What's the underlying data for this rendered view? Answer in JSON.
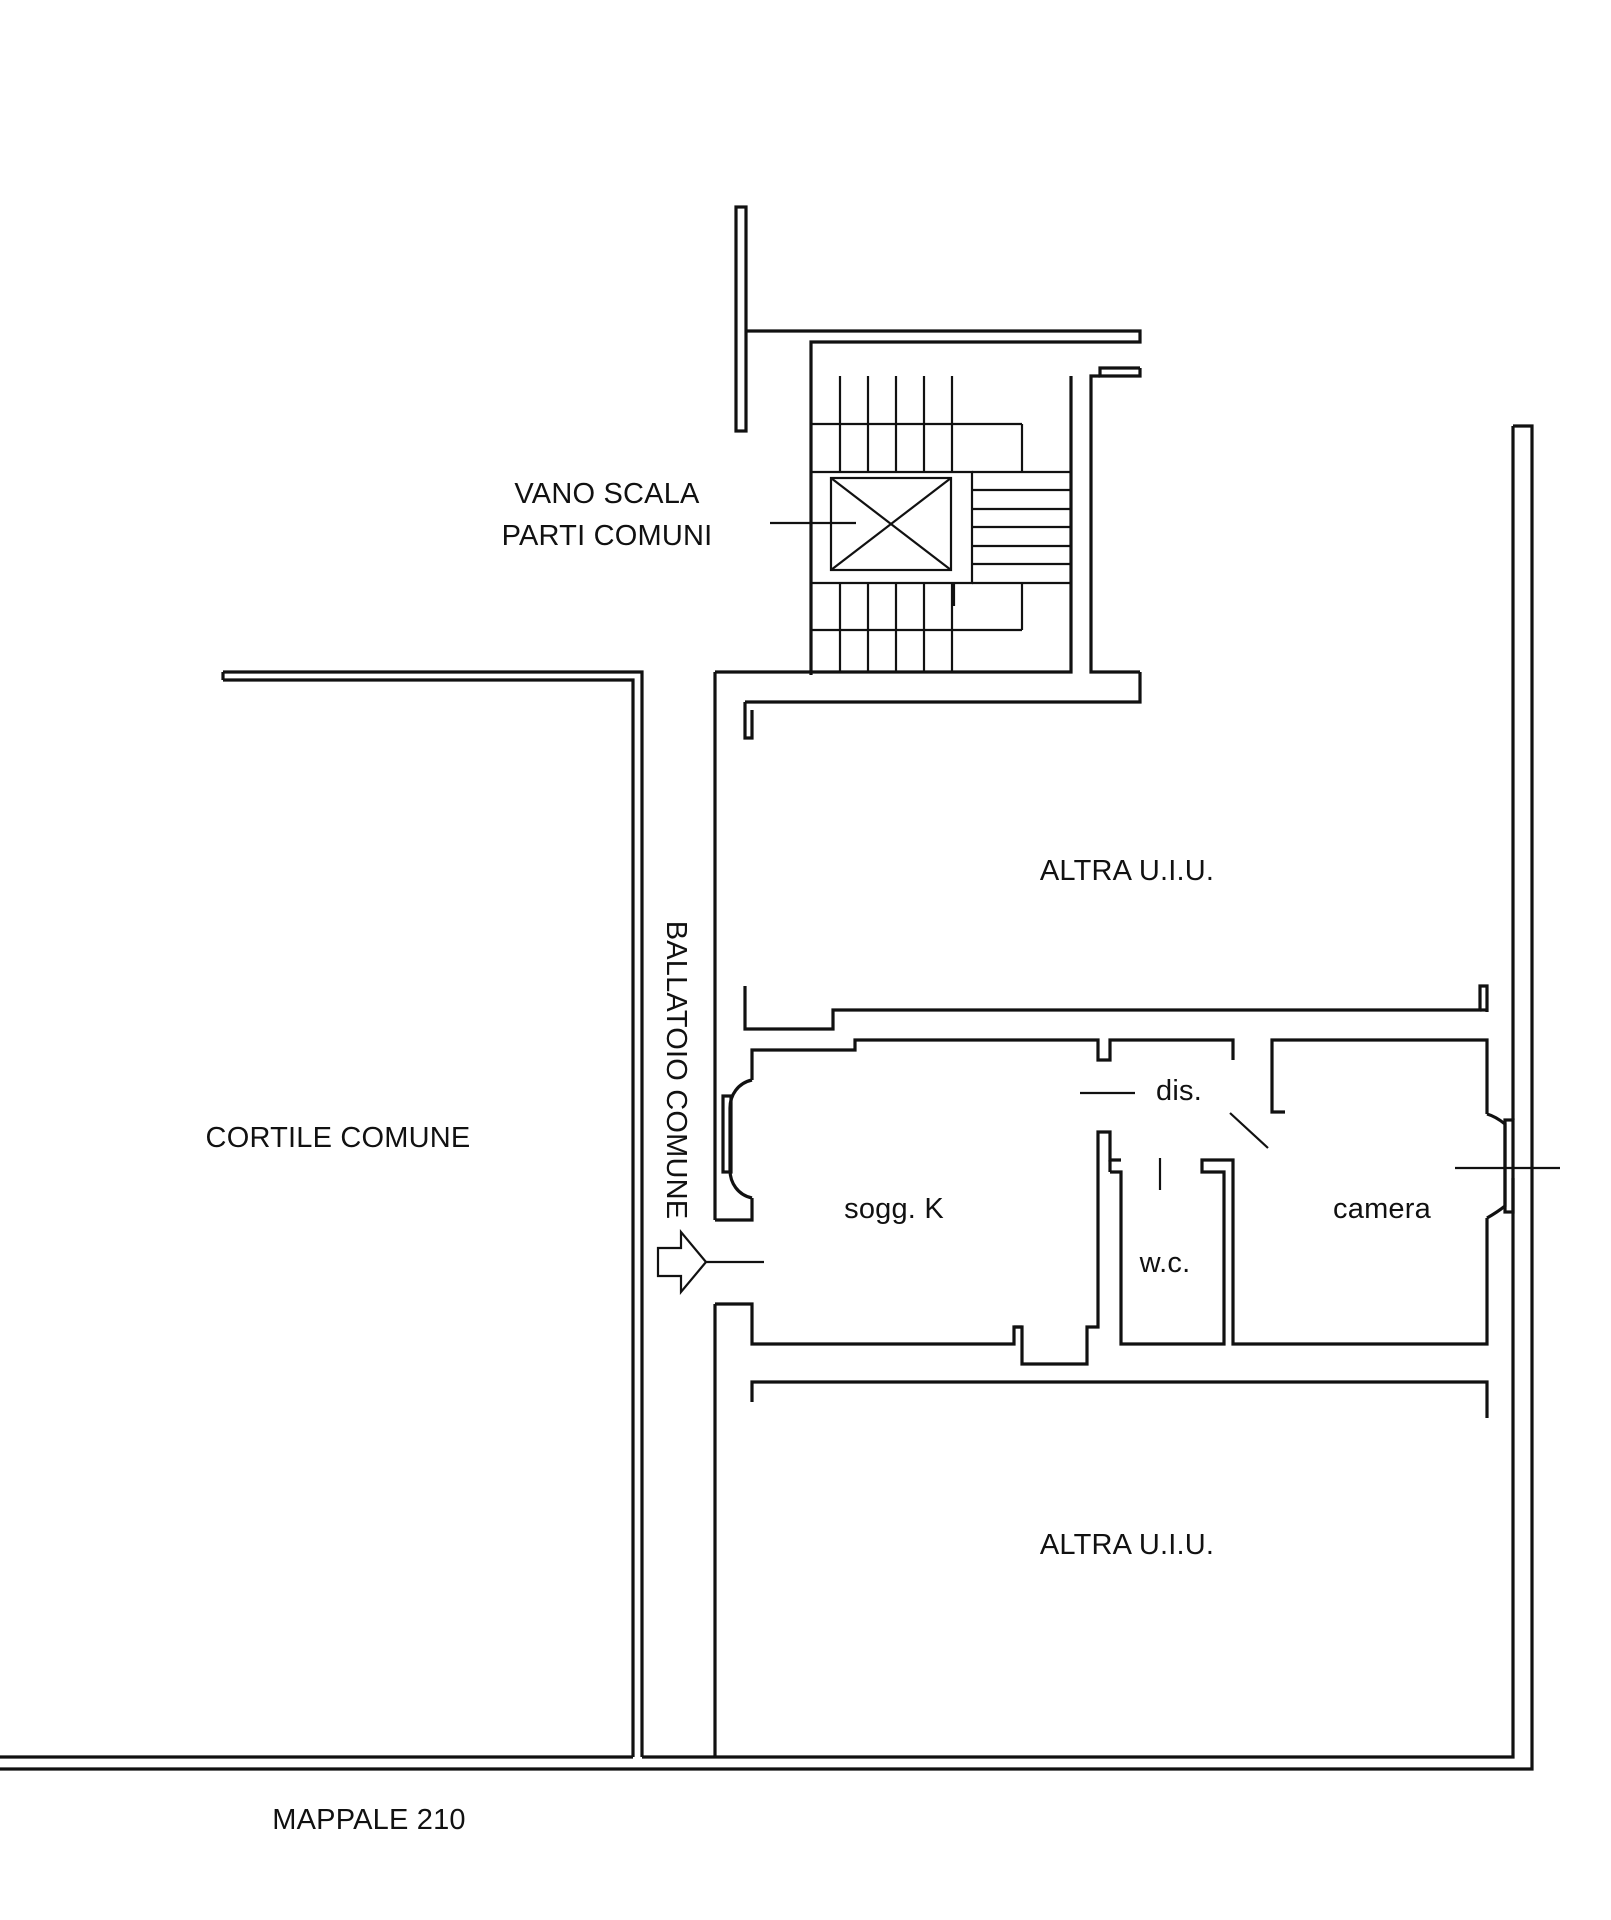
{
  "labels": {
    "stair_line1": "VANO SCALA",
    "stair_line2": "PARTI COMUNI",
    "other_unit_top": "ALTRA U.I.U.",
    "other_unit_bottom": "ALTRA U.I.U.",
    "gallery": "BALLATOIO COMUNE",
    "courtyard": "CORTILE COMUNE",
    "living_kitchen": "sogg. K",
    "hallway": "dis.",
    "bathroom": "w.c.",
    "bedroom": "camera",
    "parcel": "MAPPALE 210"
  },
  "colors": {
    "line": "#111111",
    "background": "#ffffff"
  }
}
